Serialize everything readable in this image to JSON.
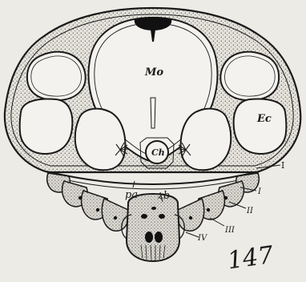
{
  "labels": {
    "mo": "Mo",
    "ec": "Ec",
    "ch": "Ch",
    "pa": "pa",
    "zb": "zb",
    "roman_upper": "I",
    "roman_i": "I",
    "roman_ii": "II",
    "roman_iii": "III",
    "roman_iv": "IV",
    "figure_number": "147"
  },
  "colors": {
    "ink": "#1a1a1a",
    "paper": "#ecebe6",
    "cavity": "#f3f2ee",
    "tissue": "#e1dfd7"
  }
}
